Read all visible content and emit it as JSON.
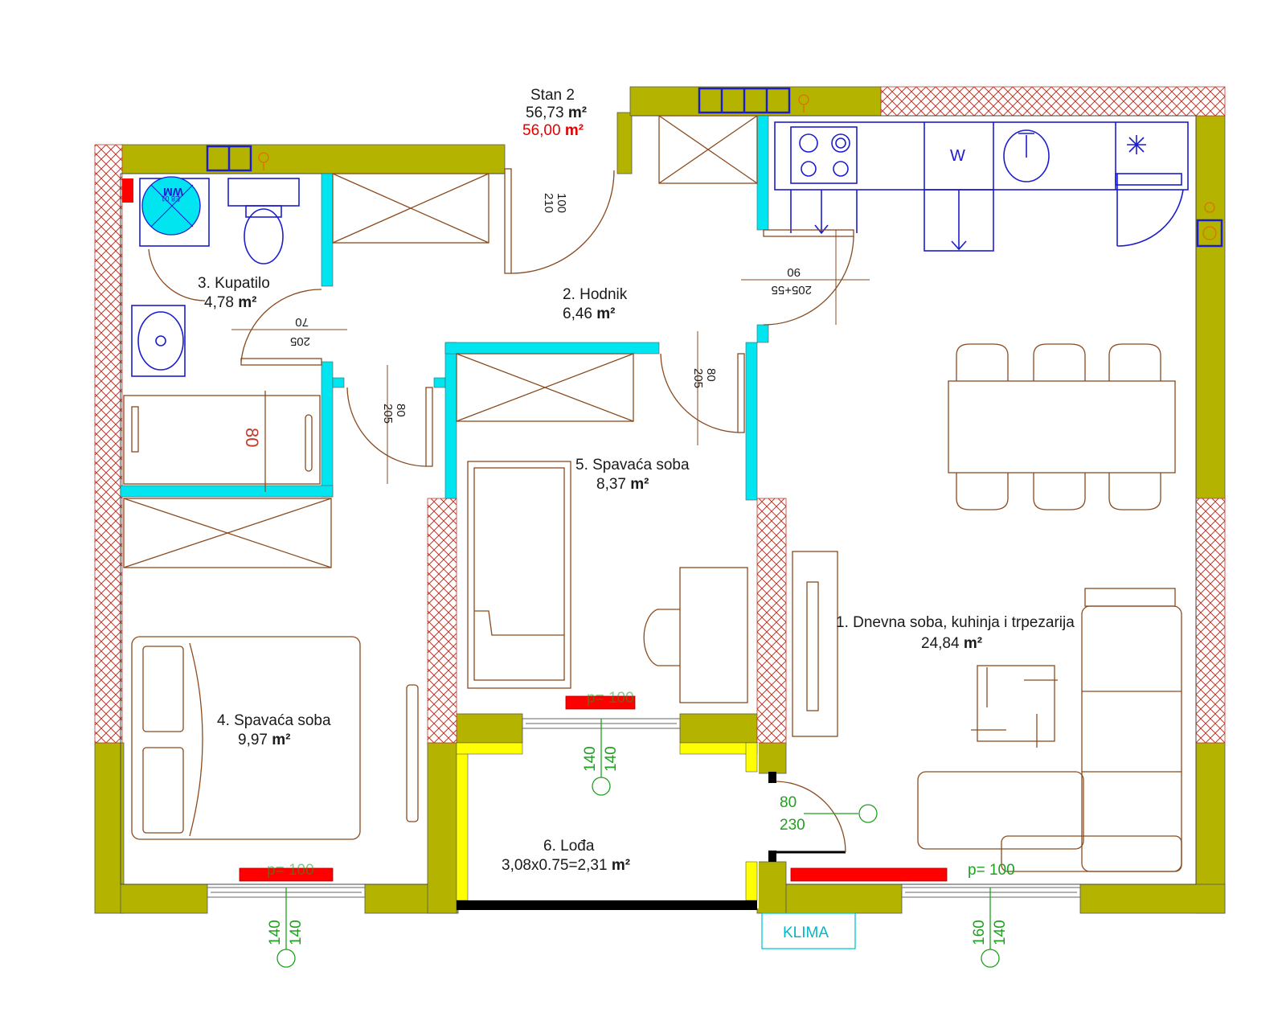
{
  "plan": {
    "title": "Stan 2",
    "area_gross": "56,73",
    "area_net": "56,00",
    "unit": "m²",
    "colors": {
      "wall": "#b3b300",
      "partition": "#00e5f0",
      "hatch": "#c0392b",
      "furniture": "#8a4a1e",
      "fixtures": "#1c1cd0",
      "radiator": "#ff0000",
      "green_marks": "#1fa01f",
      "loggia_frame": "#ffff00"
    }
  },
  "rooms": [
    {
      "name": "1. Dnevna soba, kuhinja i trpezarija",
      "area": "24,84"
    },
    {
      "name": "2. Hodnik",
      "area": "6,46"
    },
    {
      "name": "3. Kupatilo",
      "area": "4,78"
    },
    {
      "name": "4. Spavaća soba",
      "area": "9,97"
    },
    {
      "name": "5. Spavaća soba",
      "area": "8,37"
    },
    {
      "name": "6. Lođa",
      "area": "3,08x0.75=2,31"
    }
  ],
  "dimensions": {
    "entrance_door": [
      "210",
      "100"
    ],
    "bath_door": [
      "70",
      "205"
    ],
    "kitchen_door": [
      "90",
      "205+55"
    ],
    "bedroom4_door": [
      "205",
      "80"
    ],
    "bedroom5_door": [
      "205",
      "80"
    ],
    "tub": "80",
    "loggia_door": [
      "80",
      "230"
    ]
  },
  "windows": {
    "bedroom4": [
      "140",
      "140"
    ],
    "bedroom5": [
      "140",
      "140"
    ],
    "living": [
      "160",
      "140"
    ]
  },
  "radiators": {
    "bedroom4": "p= 100",
    "bedroom5": "p= 100",
    "living": "p= 100"
  },
  "labels": {
    "wm": "WM",
    "wm_sub": "E8 01",
    "dishwasher": "W",
    "klima": "KLIMA"
  }
}
